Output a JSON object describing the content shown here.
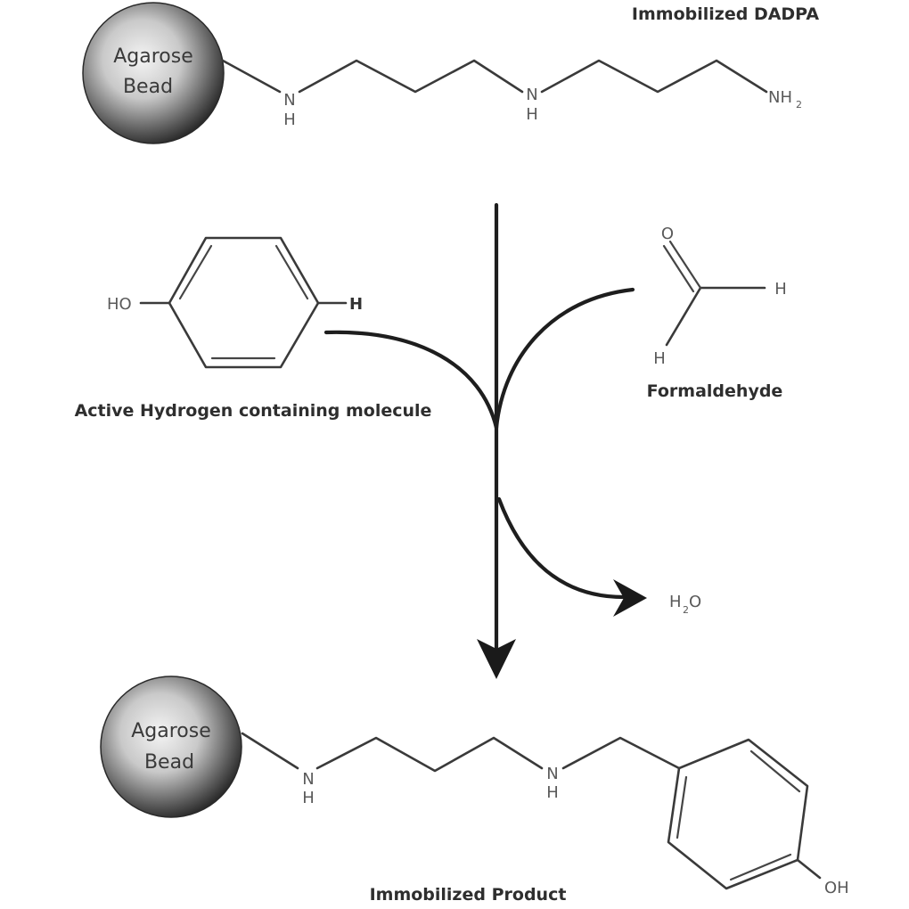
{
  "title_top": "Immobilized DADPA",
  "bead": {
    "line1": "Agarose",
    "line2": "Bead"
  },
  "top_chain": {
    "nh1": {
      "n": "N",
      "h": "H"
    },
    "nh2": {
      "n": "N",
      "h": "H"
    },
    "terminal": {
      "main": "NH",
      "sub": "2"
    }
  },
  "reactant_left": {
    "label": "Active Hydrogen containing molecule",
    "ho": "HO",
    "h": "H"
  },
  "reactant_right": {
    "label": "Formaldehyde",
    "o": "O",
    "h_right": "H",
    "h_bottom": "H"
  },
  "byproduct": {
    "h": "H",
    "sub": "2",
    "o": "O"
  },
  "product": {
    "label": "Immobilized Product",
    "nh1": {
      "n": "N",
      "h": "H"
    },
    "nh2": {
      "n": "N",
      "h": "H"
    },
    "oh": "OH"
  },
  "colors": {
    "bead_light": "#f2f2f2",
    "bead_dark": "#2f2f2f",
    "bond": "#3a3a3a",
    "arrow": "#1e1e1e"
  }
}
